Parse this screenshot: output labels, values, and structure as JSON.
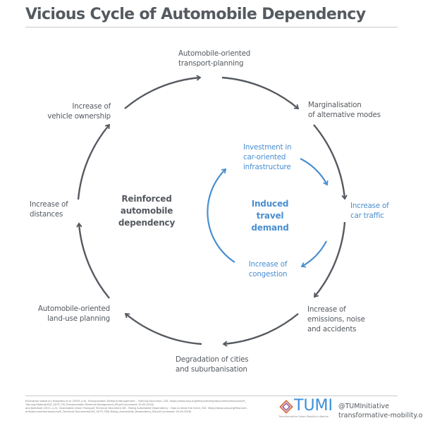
{
  "title": "Vicious Cycle of Automobile Dependency",
  "outer_cycle": {
    "color": "#555a60",
    "nodes": [
      {
        "lines": [
          "Automobile-oriented",
          "transport-planning"
        ]
      },
      {
        "lines": [
          "Marginalisation",
          "of alternative modes"
        ]
      },
      {
        "lines": [
          "Increase of",
          "car traffic"
        ]
      },
      {
        "lines": [
          "Increase of",
          "emissions, noise",
          "and accidents"
        ]
      },
      {
        "lines": [
          "Degradation of cities",
          "and suburbanisation"
        ]
      },
      {
        "lines": [
          "Automobile-oriented",
          "land-use planning"
        ]
      },
      {
        "lines": [
          "Increase of",
          "distances"
        ]
      },
      {
        "lines": [
          "Increase of",
          "vehicle ownership"
        ]
      }
    ],
    "center_label": [
      "Reinforced",
      "automobile",
      "dependency"
    ]
  },
  "inner_cycle": {
    "color": "#4a8fd0",
    "nodes": [
      {
        "lines": [
          "Investment in",
          "car-oriented",
          "infrastructure"
        ]
      },
      {
        "lines": [
          "Increase of",
          "congestion"
        ]
      }
    ],
    "center_label": [
      "Induced",
      "travel",
      "demand"
    ]
  },
  "footer": {
    "citation_lines": [
      "Illustration based on: Broaddus et al (2009, p.9). Transportation Demand Management – Training Document, GIZ. https://www.sutp.org/files/contents/documents/resources/H_",
      "Training-Material/GIZ_SUTP_TM_Transportation-Demand-Management_EN.pdf (accessed: 20.09.2018)",
      "and Kodukula (2011, p.3). Sustainable Urban Transport Technical Document #8 - Rising Automobile Dependency - How to break the trend, GIZ. https://www.sutp.org/files/cont-",
      "ents/documents/resources/E_Technical-Documents/GIZ_SUTP_TD8_Rising_Automobile_Dependency_EN.pdf (accessed: 20.09.2018)"
    ],
    "logo_text": "TUMI",
    "logo_subtitle": "Transformative Urban Mobility Initiative",
    "handle": "@TUMInitiative",
    "website": "transformative-mobility.org"
  }
}
